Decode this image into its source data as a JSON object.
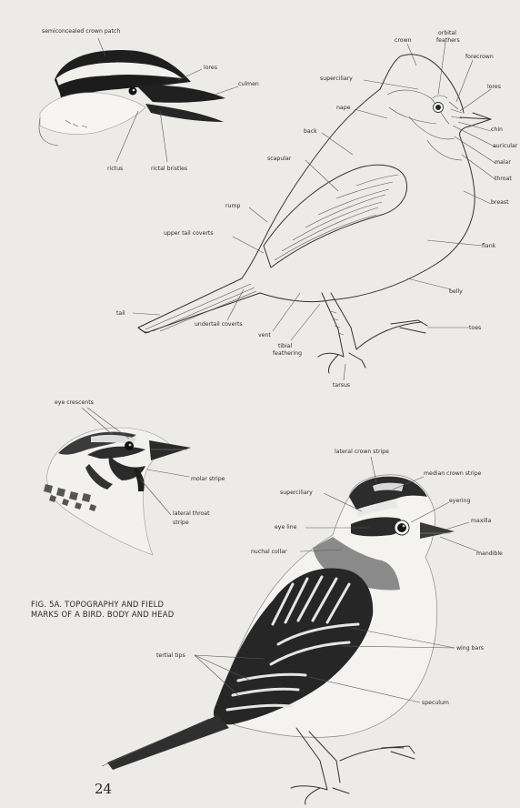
{
  "figure": {
    "caption_line1": "FIG. 5A. TOPOGRAPHY AND FIELD",
    "caption_line2": "MARKS OF A BIRD. BODY AND HEAD",
    "page_number": "24"
  },
  "head_closeup": {
    "labels": {
      "semiconcealed_crown_patch": "semiconcealed crown patch",
      "lores": "lores",
      "culmen": "culmen",
      "rictus": "rictus",
      "rictal_bristles": "rictal bristles"
    }
  },
  "body_topography": {
    "labels": {
      "crown": "crown",
      "orbital_feathers_1": "orbital",
      "orbital_feathers_2": "feathers",
      "forecrown": "forecrown",
      "lores": "lores",
      "chin": "chin",
      "auricular": "auricular",
      "malar": "malar",
      "throat": "throat",
      "breast": "breast",
      "flank": "flank",
      "belly": "belly",
      "toes": "toes",
      "superciliary": "superciliary",
      "nape": "nape",
      "back": "back",
      "scapular": "scapular",
      "rump": "rump",
      "upper_tail_coverts": "upper tail coverts",
      "tail": "tail",
      "undertail_coverts": "undertail coverts",
      "vent": "vent",
      "tibial_feathering_1": "tibial",
      "tibial_feathering_2": "feathering",
      "tarsus": "tarsus"
    }
  },
  "small_head": {
    "labels": {
      "eye_crescents": "eye crescents",
      "molar_stripe": "molar stripe",
      "lateral_throat_stripe_1": "lateral throat",
      "lateral_throat_stripe_2": "stripe"
    }
  },
  "field_marks": {
    "labels": {
      "lateral_crown_stripe": "lateral crown stripe",
      "median_crown_stripe": "median crown stripe",
      "superciliary": "superciliary",
      "eyering": "eyering",
      "eye_line": "eye line",
      "maxilla": "maxilla",
      "nuchal_collar": "nuchal collar",
      "mandible": "mandible",
      "tertial_tips": "tertial tips",
      "wing_bars": "wing bars",
      "speculum": "speculum"
    }
  }
}
